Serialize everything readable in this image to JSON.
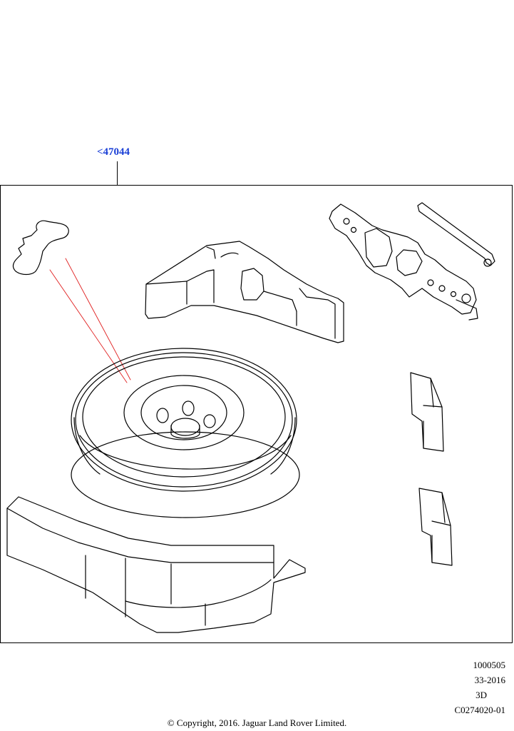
{
  "callout": {
    "label": "<47044"
  },
  "reference": {
    "line1": "1000505",
    "line2": "33-2016",
    "line3": "3D",
    "line4": "C0274020-01"
  },
  "copyright": "© Copyright, 2016. Jaguar Land Rover Limited."
}
